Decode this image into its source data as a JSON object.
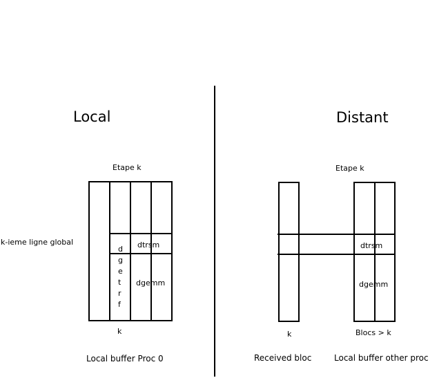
{
  "headings": {
    "local": "Local",
    "distant": "Distant"
  },
  "local": {
    "step_label": "Etape k",
    "row_label": "k-ieme ligne global",
    "dtrsm_label": "dtrsm",
    "dgetrf_letters": [
      "d",
      "g",
      "e",
      "t",
      "r",
      "f"
    ],
    "dgemm_label": "dgemm",
    "k_label": "k",
    "buffer_label": "Local buffer Proc 0"
  },
  "distant": {
    "step_label": "Etape k",
    "dtrsm_label": "dtrsm",
    "dgemm_label": "dgemm",
    "k_label": "k",
    "blocs_label": "Blocs > k",
    "received_label": "Received bloc",
    "other_buffer_label": "Local buffer other proc"
  }
}
